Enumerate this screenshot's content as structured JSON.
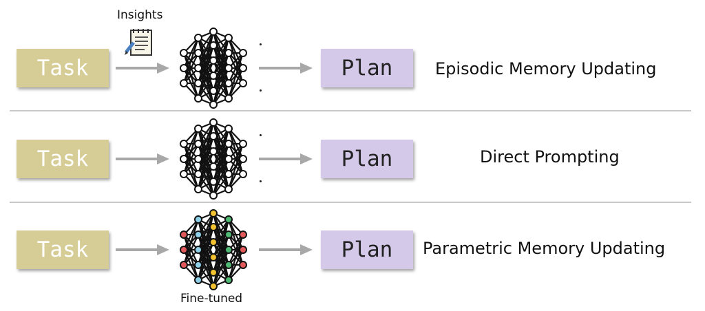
{
  "rows": [
    {
      "task_label": "Task",
      "plan_label": "Plan",
      "method_label": "Episodic Memory Updating",
      "annotation": "Insights"
    },
    {
      "task_label": "Task",
      "plan_label": "Plan",
      "method_label": "Direct Prompting"
    },
    {
      "task_label": "Task",
      "plan_label": "Plan",
      "method_label": "Parametric Memory Updating",
      "annotation": "Fine-tuned"
    }
  ],
  "colors": {
    "task_box": "#d6cc95",
    "plan_box": "#d5c9ea",
    "arrow": "#a8a8a8",
    "finetuned_nodes": [
      "#e05a5a",
      "#8fd0e8",
      "#f2c230",
      "#4fb872"
    ]
  },
  "icons": {
    "insights": "notepad-pencil-icon",
    "model": "neural-network-icon"
  }
}
